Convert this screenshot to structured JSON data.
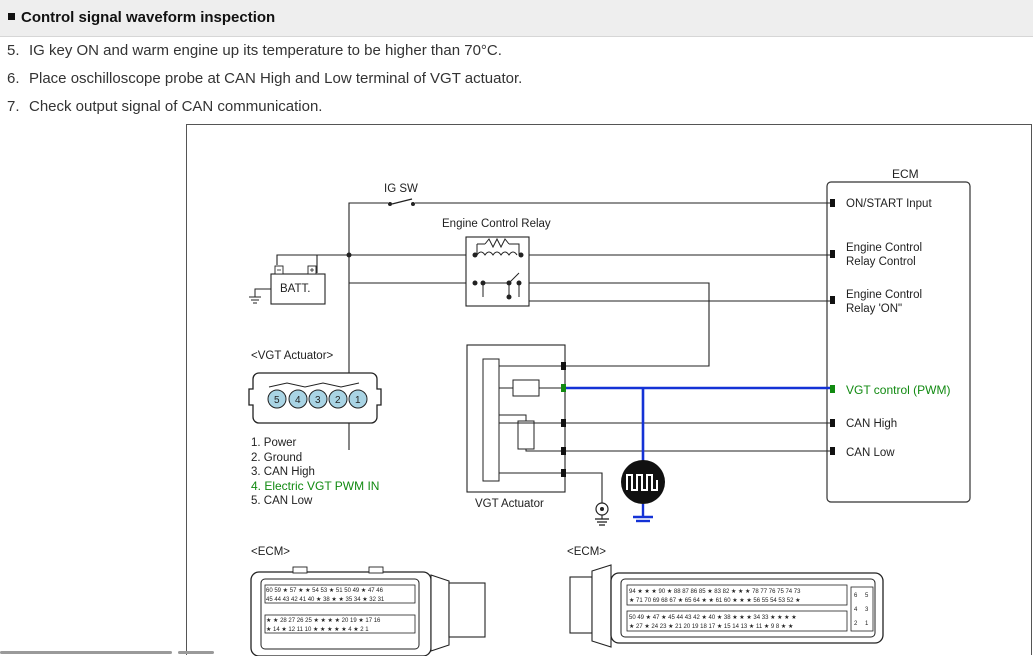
{
  "section": {
    "title": "Control signal waveform inspection",
    "bullet_icon": "square-bullet-icon"
  },
  "steps": [
    {
      "num": "5.",
      "text": "IG key ON and warm engine up its temperature to be higher than 70°C."
    },
    {
      "num": "6.",
      "text": "Place oschilloscope probe at CAN High and Low terminal of VGT actuator."
    },
    {
      "num": "7.",
      "text": "Check output signal of CAN communication."
    }
  ],
  "diagram": {
    "ecm_label": "ECM",
    "ig_sw_label": "IG SW",
    "relay_label": "Engine Control Relay",
    "battery_label": "BATT.",
    "vgt_actuator_heading": "<VGT Actuator>",
    "vgt_actuator_label": "VGT Actuator",
    "ecm_connector_heading_left": "<ECM>",
    "ecm_connector_heading_right": "<ECM>",
    "ecm_terminals": [
      {
        "text": "ON/START Input",
        "highlight": false
      },
      {
        "text_line1": "Engine Control",
        "text_line2": "Relay Control"
      },
      {
        "text_line1": "Engine Control",
        "text_line2": "Relay 'ON\""
      },
      {
        "text": "VGT control (PWM)",
        "highlight": true
      },
      {
        "text": "CAN High",
        "highlight": false
      },
      {
        "text": "CAN Low",
        "highlight": false
      }
    ],
    "connector_pins": [
      "5",
      "4",
      "3",
      "2",
      "1"
    ],
    "pin_legend": [
      {
        "text": "1. Power",
        "highlight": false
      },
      {
        "text": "2. Ground",
        "highlight": false
      },
      {
        "text": "3. CAN High",
        "highlight": false
      },
      {
        "text": "4. Electric VGT PWM IN",
        "highlight": true
      },
      {
        "text": "5. CAN Low",
        "highlight": false
      }
    ],
    "ecm_left_rows": [
      "60 59 ★ 57 ★ ★ 54 53 ★ 51 50 49 ★ 47 46",
      "45 44 43 42 41 40 ★ 38 ★ ★ 35 34 ★ 32 31",
      "★ ★ 28 27 26 25 ★ ★ ★ ★ 20 19 ★ 17 16",
      "★ 14 ★ 12 11 10 ★ ★ ★ ★ ★ 4 ★ 2 1"
    ],
    "ecm_right_rows": [
      "94 ★ ★ ★ 90 ★ 88 87 86 85 ★ 83 82 ★ ★ ★ 78 77 76 75 74 73",
      "★ 71 70 69 68 67 ★ 65 64 ★ ★ 61 60 ★ ★ ★ 56 55 54 53 52 ★",
      "50 49 ★ 47 ★ 45 44 43 42 ★ 40 ★ 38 ★ ★ ★ 34 33 ★ ★ ★ ★",
      "★ 27 ★ 24 23 ★ 21 20 19 18 17 ★ 15 14 13 ★ 11 ★ 9 8 ★ ★"
    ],
    "ecm_right_side_pins": [
      "6",
      "5",
      "4",
      "3",
      "2",
      "1"
    ],
    "colors": {
      "probe_wire": "#1432d6",
      "highlight_text": "#118a11",
      "connector_pin_fill": "#a9d4e4",
      "wire": "#222222"
    },
    "icons": [
      "switch-icon",
      "relay-coil-icon",
      "battery-icon",
      "ground-icon",
      "oscilloscope-probe-icon",
      "resistor-icon"
    ]
  }
}
